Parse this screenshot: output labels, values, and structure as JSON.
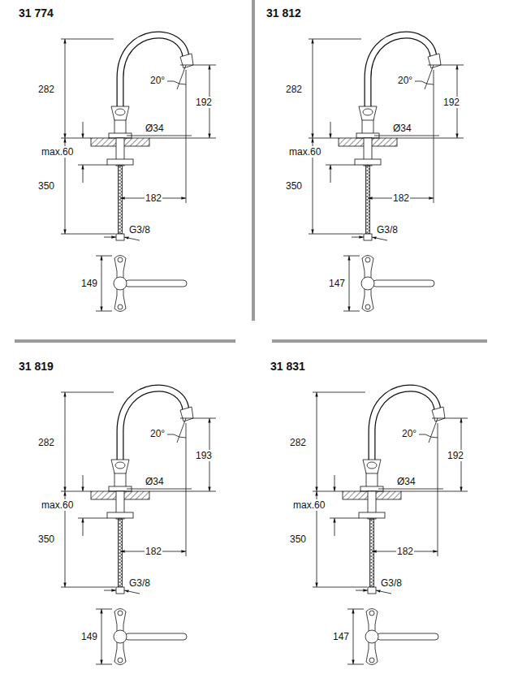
{
  "diagram": {
    "labels": [
      "31 774",
      "282",
      "20°",
      "192",
      "Ø34",
      "max.60",
      "350",
      "182",
      "G3/8",
      "149",
      "31 812",
      "282",
      "20°",
      "192",
      "Ø34",
      "max.60",
      "350",
      "182",
      "G3/8",
      "147",
      "31 819",
      "282",
      "20°",
      "193",
      "Ø34",
      "max.60",
      "350",
      "182",
      "G3/8",
      "149",
      "31 831",
      "282",
      "20°",
      "192",
      "Ø34",
      "max.60",
      "350",
      "182",
      "G3/8",
      "147"
    ]
  }
}
